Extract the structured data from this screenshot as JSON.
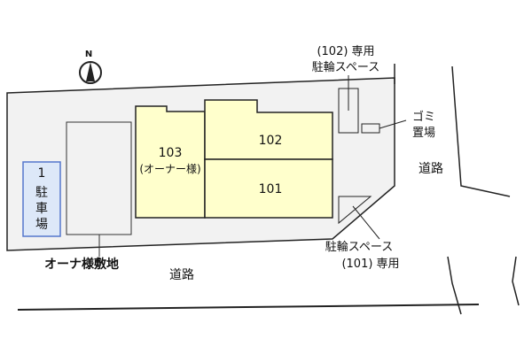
{
  "compass": {
    "label": "N"
  },
  "units": {
    "u103": {
      "number": "103",
      "note": "(オーナー様)"
    },
    "u102": {
      "number": "102"
    },
    "u101": {
      "number": "101"
    }
  },
  "parking": {
    "number": "1",
    "line1": "駐",
    "line2": "車",
    "line3": "場"
  },
  "bike_102": {
    "line1": "(102) 専用",
    "line2": "駐輪スペース"
  },
  "bike_101": {
    "line1": "駐輪スペース",
    "line2": "(101) 専用"
  },
  "garbage": {
    "line1": "ゴミ",
    "line2": "置場"
  },
  "owner_land": {
    "label": "オーナ様敷地"
  },
  "roads": {
    "east": "道路",
    "south": "道路"
  },
  "colors": {
    "lot_fill": "#f2f2f2",
    "building_fill": "#ffffcc",
    "parking_fill": "#dde8f8",
    "parking_border": "#5577cc",
    "line": "#222222"
  }
}
